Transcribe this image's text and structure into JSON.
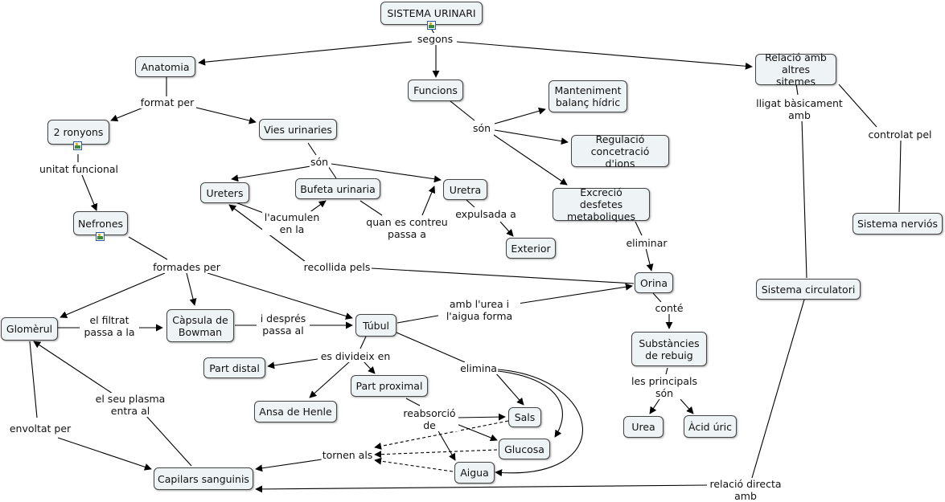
{
  "nodes": {
    "sistema": "SISTEMA URINARI",
    "anatomia": "Anatomia",
    "funcions": "Funcions",
    "relacio": "Relació amb altres sitemes",
    "ronyons": "2 ronyons",
    "vies": "Vies urinaries",
    "manteniment": "Manteniment balanç hídric",
    "regulacio": "Regulació concetració d'ions",
    "excrecio": "Excreció desfetes metaboliques",
    "ureters": "Ureters",
    "bufeta": "Bufeta urinaria",
    "uretra": "Uretra",
    "nefrones": "Nefrones",
    "exterior": "Exterior",
    "sistema_nervios": "Sistema nerviós",
    "orina": "Orina",
    "sistema_circulatori": "Sistema circulatori",
    "glomerul": "Glomèrul",
    "capsula": "Càpsula de Bowman",
    "tubul": "Túbul",
    "substancies": "Substàncies de rebuig",
    "part_distal": "Part distal",
    "part_proximal": "Part proximal",
    "ansa": "Ansa de Henle",
    "sals": "Sals",
    "glucosa": "Glucosa",
    "aigua": "Aigua",
    "urea": "Urea",
    "acid_uric": "Àcid úric",
    "capilars": "Capilars sanguinis"
  },
  "links": {
    "segons": "segons",
    "format_per": "format per",
    "son_funcions": "són",
    "lligat": "lligat bàsicament amb",
    "controlat": "controlat pel",
    "unitat": "unitat funcional",
    "son_vies": "són",
    "acumulen": "l'acumulen en la",
    "contreu": "quan es contreu passa a",
    "expulsada": "expulsada a",
    "eliminar": "eliminar",
    "formades": "formades per",
    "recollida": "recollida pels",
    "amb_urea": "amb l'urea i l'aigua forma",
    "filtrat": "el filtrat passa a la",
    "despres": "i després passa al",
    "conte": "conté",
    "divideix": "es divideix en",
    "elimina": "elimina",
    "principals": "les principals són",
    "plasma": "el seu plasma entra al",
    "reabsorcio": "reabsorció de",
    "envoltat": "envoltat per",
    "tornen": "tornen als",
    "relacio_directa": "relació directa amb"
  }
}
